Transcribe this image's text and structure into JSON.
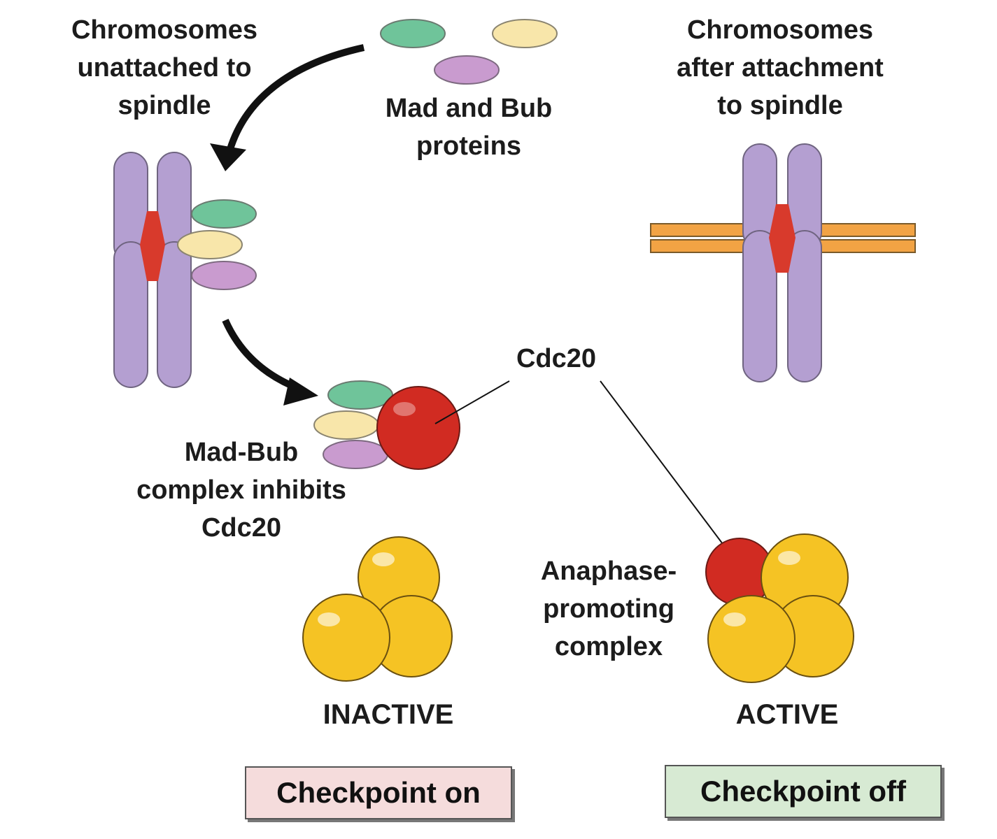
{
  "labels": {
    "unattached": [
      "Chromosomes",
      "unattached to",
      "spindle"
    ],
    "mad_bub": [
      "Mad and Bub",
      "proteins"
    ],
    "attached": [
      "Chromosomes",
      "after attachment",
      "to spindle"
    ],
    "cdc20": "Cdc20",
    "complex": [
      "Mad-Bub",
      "complex inhibits",
      "Cdc20"
    ],
    "apc": [
      "Anaphase-",
      "promoting",
      "complex"
    ],
    "inactive": "INACTIVE",
    "active": "ACTIVE",
    "checkpoint_on": "Checkpoint on",
    "checkpoint_off": "Checkpoint off"
  },
  "colors": {
    "mad_green": "#6fc49a",
    "bub_yellow": "#f8e6aa",
    "bub_purple": "#c99bcf",
    "chromosome": "#b49fd1",
    "centromere": "#d83a2c",
    "cdc20_red": "#d12b22",
    "apc_yellow": "#f5c324",
    "spindle_orange": "#f2a344",
    "checkpoint_on_bg": "#f5dcdc",
    "checkpoint_off_bg": "#d7ead3"
  }
}
